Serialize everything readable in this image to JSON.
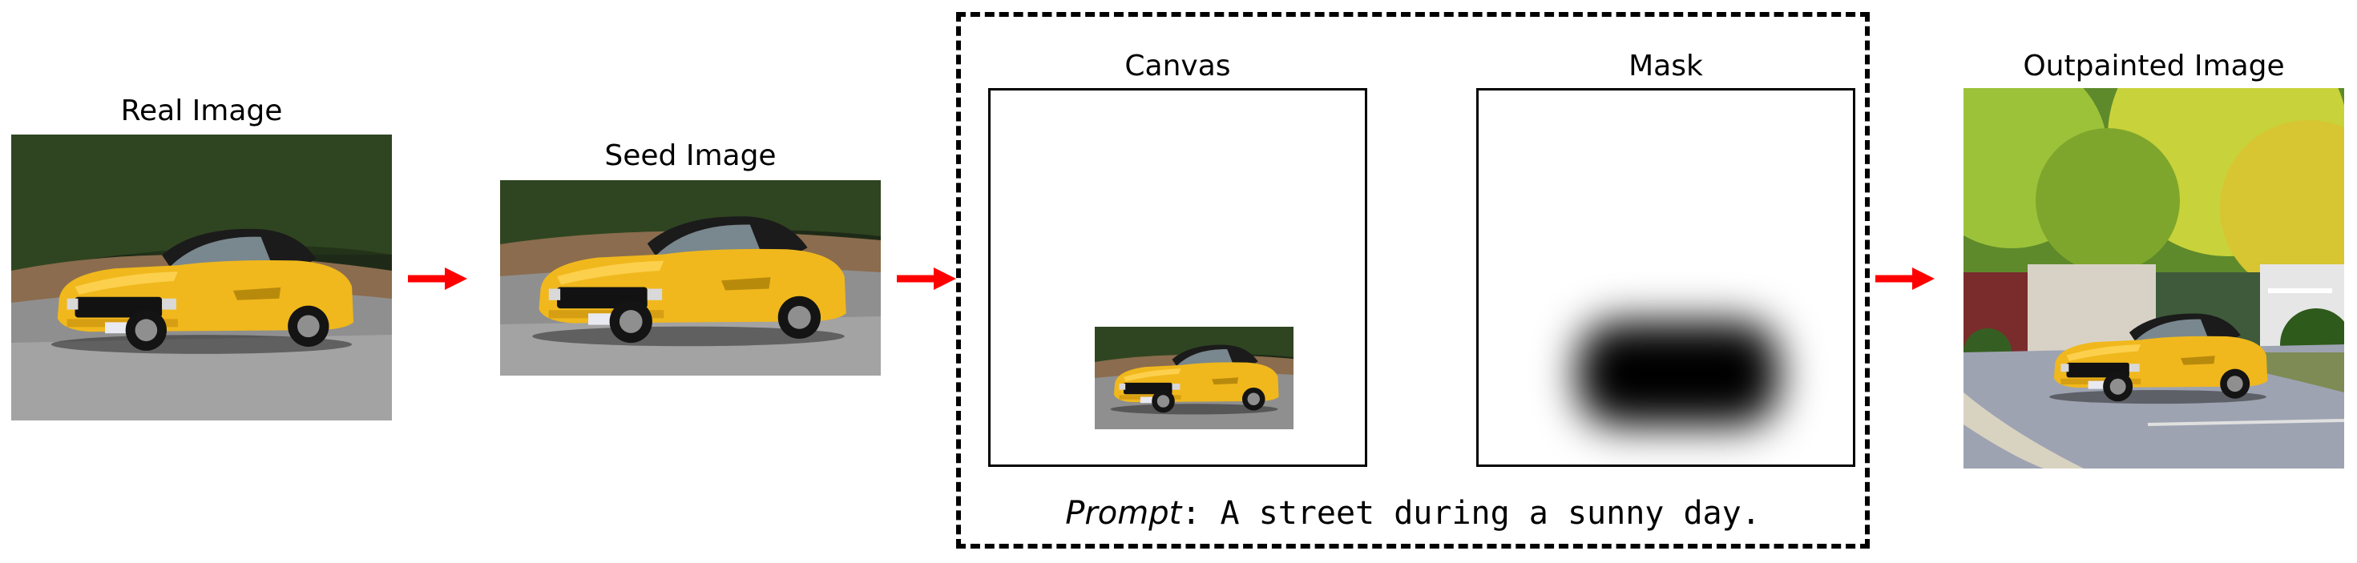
{
  "labels": {
    "real": "Real Image",
    "seed": "Seed Image",
    "canvas": "Canvas",
    "mask": "Mask",
    "outpainted": "Outpainted Image"
  },
  "prompt": {
    "label": "Prompt",
    "separator": ":",
    "text": " A street during a sunny day."
  },
  "colors": {
    "arrow": "#ff0000",
    "car": "#f0b81c",
    "dashed_border": "#000000"
  },
  "icons": [
    "arrow-right-icon"
  ]
}
